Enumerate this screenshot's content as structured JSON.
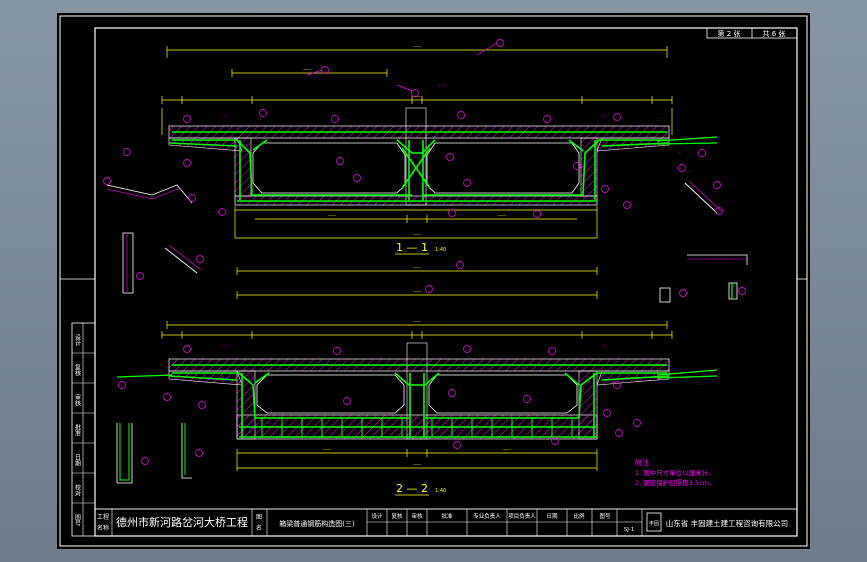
{
  "sheet_header": {
    "sheet_label": "第 2 张",
    "total_label": "共 6 张"
  },
  "section_1": {
    "title": "1 — 1",
    "scale": "1:40"
  },
  "section_2": {
    "title": "2 — 2",
    "scale": "1:40"
  },
  "notes": {
    "heading": "附注",
    "line_1": "1. 图中尺寸单位以厘米计。",
    "line_2": "2. 钢筋保护层厚度3.5cm。"
  },
  "left_column_labels": [
    "设计",
    "复核",
    "审核",
    "批准",
    "日期",
    "校对",
    "图号"
  ],
  "title_block": {
    "project_label_top": "工程",
    "project_label_bottom": "名称",
    "project_name": "德州市新河路岔河大桥工程",
    "drawing_label_top": "图",
    "drawing_label_bottom": "名",
    "drawing_name": "箱梁普通钢筋构造图(三)",
    "role_labels": [
      "设计",
      "复核",
      "审核",
      "批准"
    ],
    "role_labels_2": [
      "专业负责人",
      "项目负责人"
    ],
    "date_label": "日期",
    "scale_label": "比例",
    "drawing_no_label": "图号",
    "sheet_ref": "SJ-1",
    "company": "山东省 丰固建土建工程咨询有限公司",
    "company_logo_text": "丰固"
  },
  "colors": {
    "sheet_background": "#000000",
    "frame": "#ffffff",
    "dimension": "#ffff00",
    "rebar": "#00ff00",
    "concrete_hatch": "#ff00ff",
    "callout": "#ff00ff",
    "outline": "#ffffff",
    "notes": "#ff00ff"
  }
}
